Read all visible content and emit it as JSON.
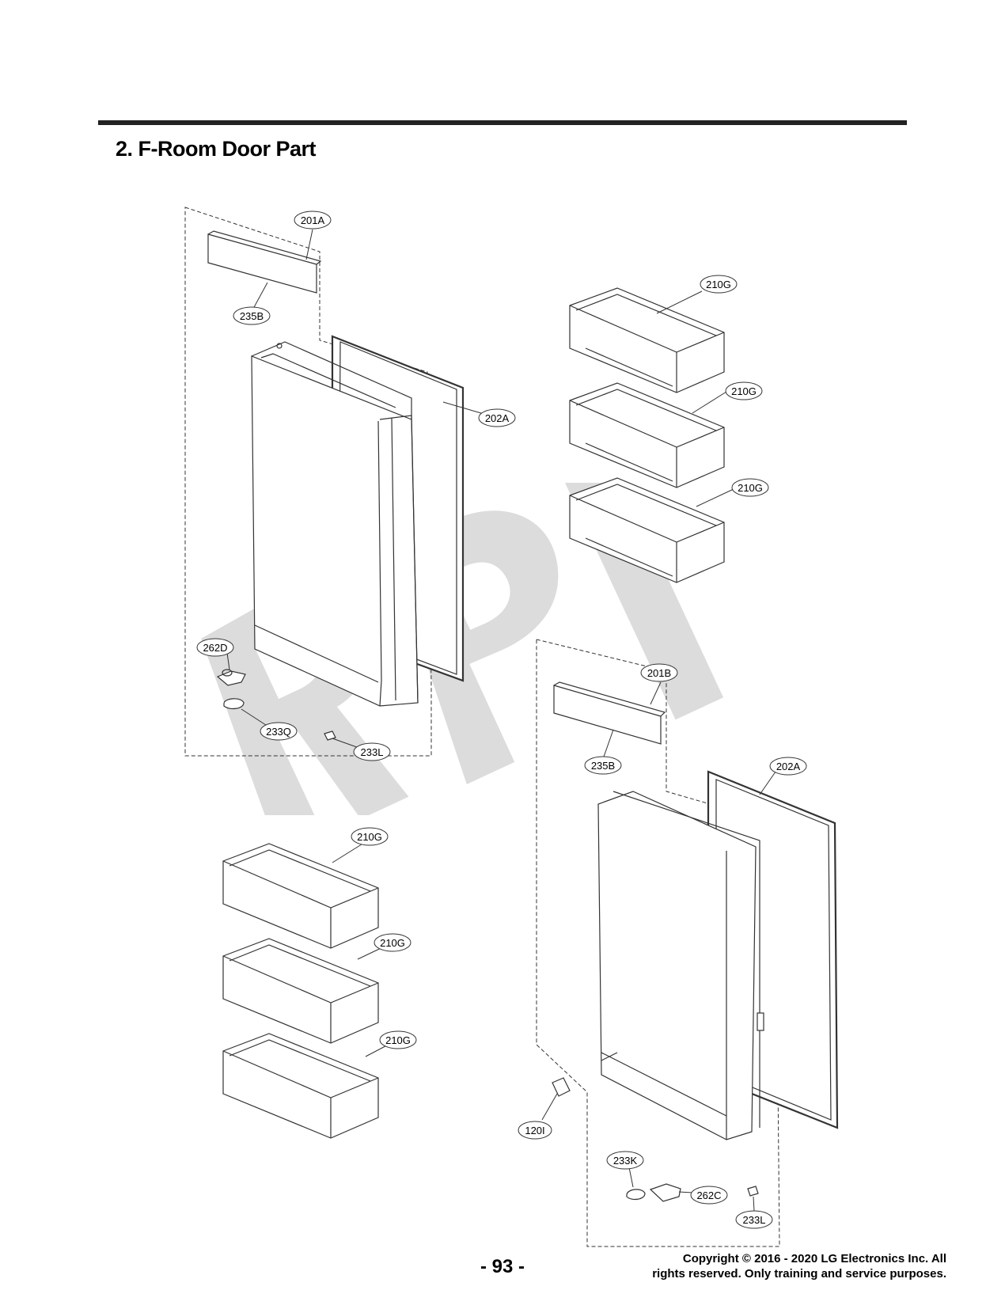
{
  "section_title": "2. F-Room Door Part",
  "watermark": "RPI",
  "callouts": {
    "left_door_cap": "201A",
    "left_cap_trim": "235B",
    "left_gasket": "202A",
    "left_hinge_bracket": "262D",
    "left_hinge_part": "233Q",
    "left_small_part": "233L",
    "right_top_basket_1": "210G",
    "right_top_basket_2": "210G",
    "right_top_basket_3": "210G",
    "left_bottom_basket_1": "210G",
    "left_bottom_basket_2": "210G",
    "left_bottom_basket_3": "210G",
    "right_door_cap": "201B",
    "right_cap_trim": "235B",
    "right_gasket": "202A",
    "right_stopper": "120I",
    "right_hinge_part": "233K",
    "right_hinge_bracket": "262C",
    "right_small_part": "233L"
  },
  "footer": {
    "page_number": "- 93 -",
    "copyright_line1": "Copyright © 2016 - 2020 LG Electronics Inc. All",
    "copyright_line2": "rights reserved. Only training and service purposes."
  }
}
